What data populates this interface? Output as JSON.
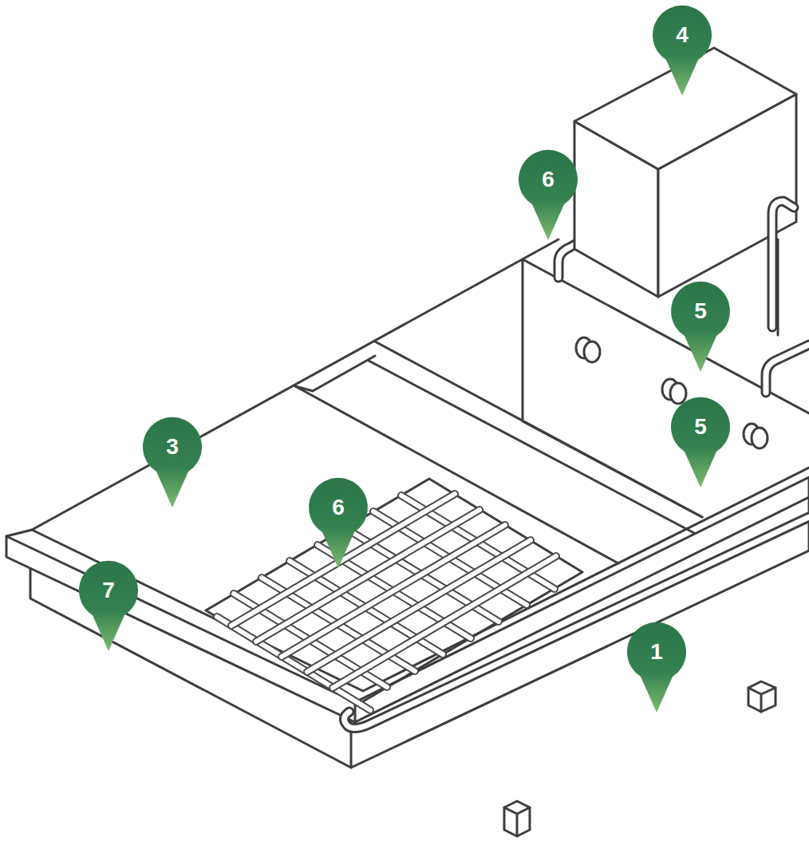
{
  "diagram": {
    "labels": [
      "4",
      "6",
      "5",
      "5",
      "3",
      "6",
      "7",
      "1"
    ]
  }
}
